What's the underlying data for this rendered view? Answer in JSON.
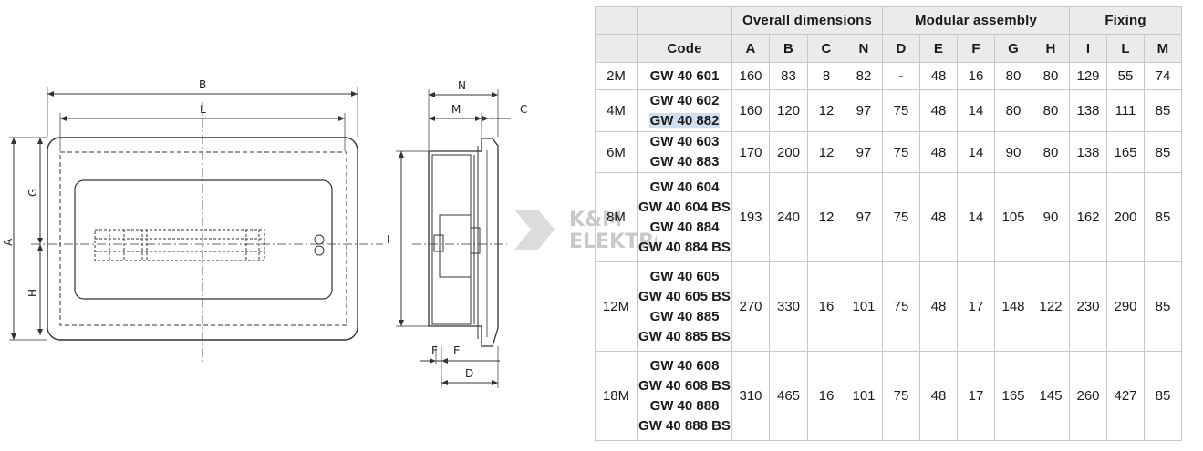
{
  "drawing": {
    "front_labels": {
      "B": "B",
      "L": "L",
      "A": "A",
      "G": "G",
      "H": "H"
    },
    "side_labels": {
      "N": "N",
      "M": "M",
      "C": "C",
      "I": "I",
      "F": "F",
      "E": "E",
      "D": "D"
    }
  },
  "watermark": {
    "line1": "K&M",
    "line2": "ELEKTRO"
  },
  "table": {
    "group_headers": {
      "overall": "Overall dimensions",
      "modular": "Modular assembly",
      "fixing": "Fixing"
    },
    "columns": [
      "Code",
      "A",
      "B",
      "C",
      "N",
      "D",
      "E",
      "F",
      "G",
      "H",
      "I",
      "L",
      "M"
    ],
    "rows": [
      {
        "size": "2M",
        "codes": [
          "GW 40 601"
        ],
        "highlight": -1,
        "values": [
          "160",
          "83",
          "8",
          "82",
          "-",
          "48",
          "16",
          "80",
          "80",
          "129",
          "55",
          "74"
        ]
      },
      {
        "size": "4M",
        "codes": [
          "GW 40 602",
          "GW 40 882"
        ],
        "highlight": 1,
        "values": [
          "160",
          "120",
          "12",
          "97",
          "75",
          "48",
          "14",
          "80",
          "80",
          "138",
          "111",
          "85"
        ]
      },
      {
        "size": "6M",
        "codes": [
          "GW 40 603",
          "GW 40 883"
        ],
        "highlight": -1,
        "values": [
          "170",
          "200",
          "12",
          "97",
          "75",
          "48",
          "14",
          "90",
          "80",
          "138",
          "165",
          "85"
        ]
      },
      {
        "size": "8M",
        "codes": [
          "GW 40 604",
          "GW 40 604 BS",
          "GW 40 884",
          "GW 40 884 BS"
        ],
        "highlight": -1,
        "values": [
          "193",
          "240",
          "12",
          "97",
          "75",
          "48",
          "14",
          "105",
          "90",
          "162",
          "200",
          "85"
        ]
      },
      {
        "size": "12M",
        "codes": [
          "GW 40 605",
          "GW 40 605 BS",
          "GW 40 885",
          "GW 40 885 BS"
        ],
        "highlight": -1,
        "values": [
          "270",
          "330",
          "16",
          "101",
          "75",
          "48",
          "17",
          "148",
          "122",
          "230",
          "290",
          "85"
        ]
      },
      {
        "size": "18M",
        "codes": [
          "GW 40 608",
          "GW 40 608 BS",
          "GW 40 888",
          "GW 40 888 BS"
        ],
        "highlight": -1,
        "values": [
          "310",
          "465",
          "16",
          "101",
          "75",
          "48",
          "17",
          "165",
          "145",
          "260",
          "427",
          "85"
        ]
      }
    ]
  }
}
